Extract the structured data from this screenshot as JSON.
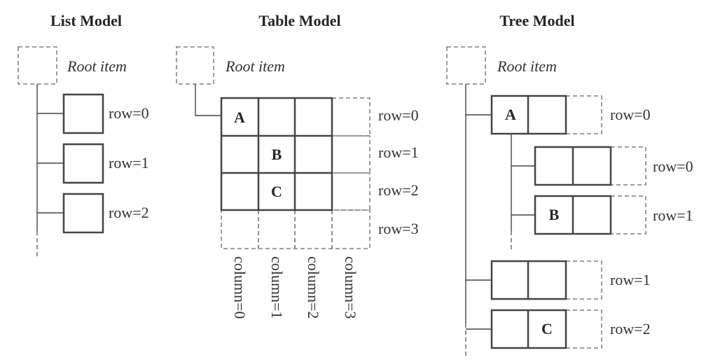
{
  "titles": {
    "list": "List Model",
    "table": "Table Model",
    "tree": "Tree Model"
  },
  "root_label": "Root item",
  "list_model": {
    "rows": [
      "row=0",
      "row=1",
      "row=2"
    ]
  },
  "table_model": {
    "rows": [
      "row=0",
      "row=1",
      "row=2",
      "row=3"
    ],
    "columns": [
      "column=0",
      "column=1",
      "column=2",
      "column=3"
    ],
    "cells": {
      "a": "A",
      "b": "B",
      "c": "C"
    }
  },
  "tree_model": {
    "top_rows": [
      "row=0",
      "row=1",
      "row=2"
    ],
    "child_rows": [
      "row=0",
      "row=1"
    ],
    "cells": {
      "a": "A",
      "b": "B",
      "c": "C"
    }
  }
}
